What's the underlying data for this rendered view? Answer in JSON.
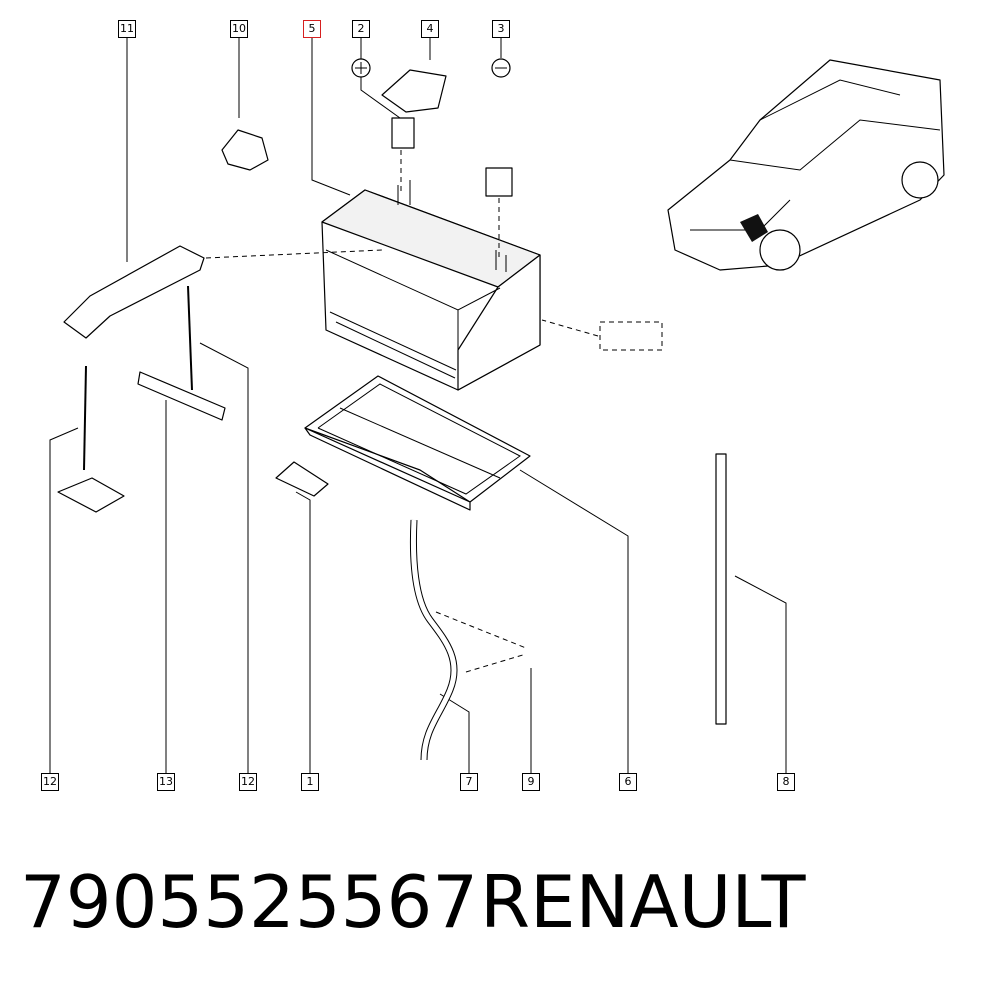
{
  "callouts": [
    {
      "id": "c11a",
      "label": "11"
    },
    {
      "id": "c10",
      "label": "10"
    },
    {
      "id": "c5",
      "label": "5",
      "highlight": true
    },
    {
      "id": "c2",
      "label": "2"
    },
    {
      "id": "c4",
      "label": "4"
    },
    {
      "id": "c3",
      "label": "3"
    },
    {
      "id": "c12a",
      "label": "12"
    },
    {
      "id": "c13",
      "label": "13"
    },
    {
      "id": "c12b",
      "label": "12"
    },
    {
      "id": "c1",
      "label": "1"
    },
    {
      "id": "c7",
      "label": "7"
    },
    {
      "id": "c9",
      "label": "9"
    },
    {
      "id": "c6",
      "label": "6"
    },
    {
      "id": "c8",
      "label": "8"
    }
  ],
  "footer": {
    "part_number": "7905525567",
    "brand": "RENAULT"
  },
  "colors": {
    "line": "#000000",
    "highlight_box": "#d62020",
    "battery_marker": "#111111"
  }
}
